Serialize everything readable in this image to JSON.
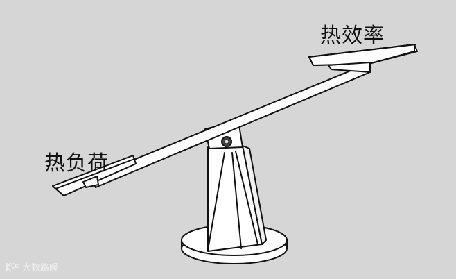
{
  "labels": {
    "right_arm": "热效率",
    "left_arm": "热负荷"
  },
  "watermark": {
    "text": "大数路暖",
    "icon": "logo-icon"
  },
  "colors": {
    "background": "#d6d6d6",
    "ink": "#111111",
    "paper": "#ffffff",
    "watermark": "#f4f4f4"
  }
}
